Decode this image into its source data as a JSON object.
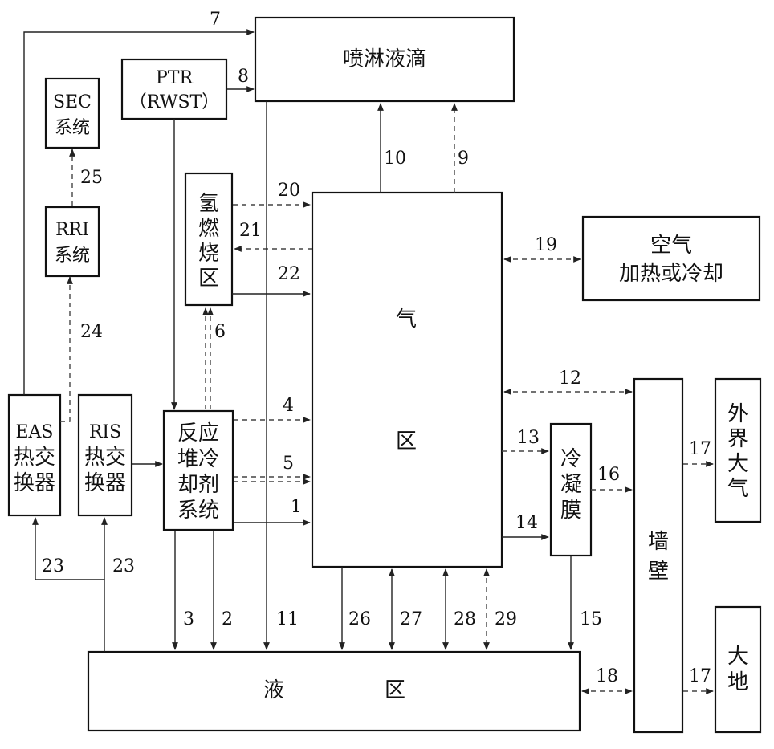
{
  "blocks": {
    "spray": "喷淋液滴",
    "ptr_1": "PTR",
    "ptr_2": "（RWST）",
    "sec_1": "SEC",
    "sec_2": "系统",
    "rri_1": "RRI",
    "rri_2": "系统",
    "h2": [
      "氢",
      "燃",
      "烧",
      "区"
    ],
    "gas": [
      "气",
      "区"
    ],
    "air_1": "空气",
    "air_2": "加热或冷却",
    "wall": [
      "墙",
      "壁"
    ],
    "env": [
      "外",
      "界",
      "大",
      "气"
    ],
    "ground": [
      "大",
      "地"
    ],
    "cond": [
      "冷",
      "凝",
      "膜"
    ],
    "eas": [
      "EAS",
      "热交",
      "换器"
    ],
    "ris": [
      "RIS",
      "热交",
      "换器"
    ],
    "rcs": [
      "反应",
      "堆冷",
      "却剂",
      "系统"
    ],
    "liquid": [
      "液",
      "区"
    ]
  },
  "paths": [
    "1",
    "2",
    "3",
    "4",
    "5",
    "6",
    "7",
    "8",
    "9",
    "10",
    "11",
    "12",
    "13",
    "14",
    "15",
    "16",
    "17",
    "17",
    "18",
    "19",
    "20",
    "21",
    "22",
    "23",
    "23",
    "24",
    "25",
    "26",
    "27",
    "28",
    "29"
  ]
}
